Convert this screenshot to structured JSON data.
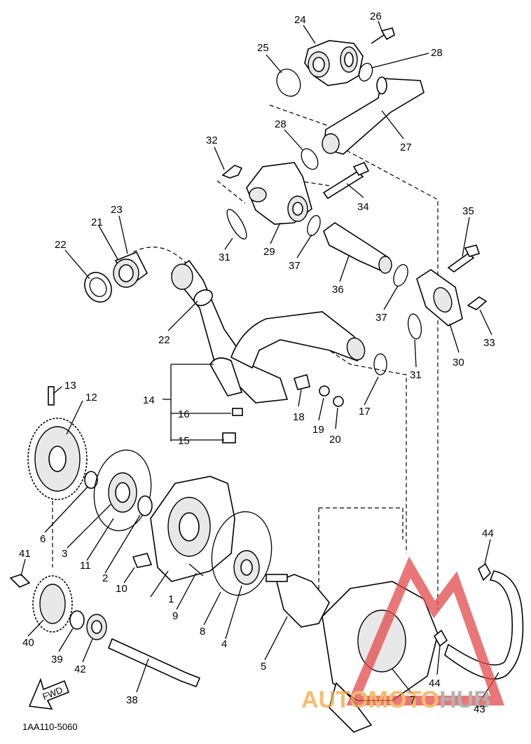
{
  "diagram_code": "1AA110-5060",
  "fwd_label": "FWD",
  "watermark": {
    "part1": "AUTO",
    "part2": "MOTO",
    "part3": "HUB",
    "color_orange": "#f2a640",
    "color_grey": "#9a9a9a",
    "color_red": "#e34a4a"
  },
  "callouts": [
    {
      "id": "c1",
      "text": "1"
    },
    {
      "id": "c2",
      "text": "2"
    },
    {
      "id": "c3",
      "text": "3"
    },
    {
      "id": "c4",
      "text": "4"
    },
    {
      "id": "c5",
      "text": "5"
    },
    {
      "id": "c6",
      "text": "6"
    },
    {
      "id": "c7",
      "text": "7"
    },
    {
      "id": "c8",
      "text": "8"
    },
    {
      "id": "c9",
      "text": "9"
    },
    {
      "id": "c10",
      "text": "10"
    },
    {
      "id": "c11",
      "text": "11"
    },
    {
      "id": "c12",
      "text": "12"
    },
    {
      "id": "c13",
      "text": "13"
    },
    {
      "id": "c14",
      "text": "14"
    },
    {
      "id": "c15",
      "text": "15"
    },
    {
      "id": "c16",
      "text": "16"
    },
    {
      "id": "c17",
      "text": "17"
    },
    {
      "id": "c18",
      "text": "18"
    },
    {
      "id": "c19",
      "text": "19"
    },
    {
      "id": "c20",
      "text": "20"
    },
    {
      "id": "c21",
      "text": "21"
    },
    {
      "id": "c22a",
      "text": "22"
    },
    {
      "id": "c22b",
      "text": "22"
    },
    {
      "id": "c23",
      "text": "23"
    },
    {
      "id": "c24",
      "text": "24"
    },
    {
      "id": "c25",
      "text": "25"
    },
    {
      "id": "c26",
      "text": "26"
    },
    {
      "id": "c27",
      "text": "27"
    },
    {
      "id": "c28a",
      "text": "28"
    },
    {
      "id": "c28b",
      "text": "28"
    },
    {
      "id": "c29",
      "text": "29"
    },
    {
      "id": "c30",
      "text": "30"
    },
    {
      "id": "c31a",
      "text": "31"
    },
    {
      "id": "c31b",
      "text": "31"
    },
    {
      "id": "c32",
      "text": "32"
    },
    {
      "id": "c33",
      "text": "33"
    },
    {
      "id": "c34",
      "text": "34"
    },
    {
      "id": "c35",
      "text": "35"
    },
    {
      "id": "c36",
      "text": "36"
    },
    {
      "id": "c37a",
      "text": "37"
    },
    {
      "id": "c37b",
      "text": "37"
    },
    {
      "id": "c38",
      "text": "38"
    },
    {
      "id": "c39",
      "text": "39"
    },
    {
      "id": "c40",
      "text": "40"
    },
    {
      "id": "c41",
      "text": "41"
    },
    {
      "id": "c42",
      "text": "42"
    },
    {
      "id": "c43",
      "text": "43"
    },
    {
      "id": "c44a",
      "text": "44"
    },
    {
      "id": "c44b",
      "text": "44"
    }
  ]
}
